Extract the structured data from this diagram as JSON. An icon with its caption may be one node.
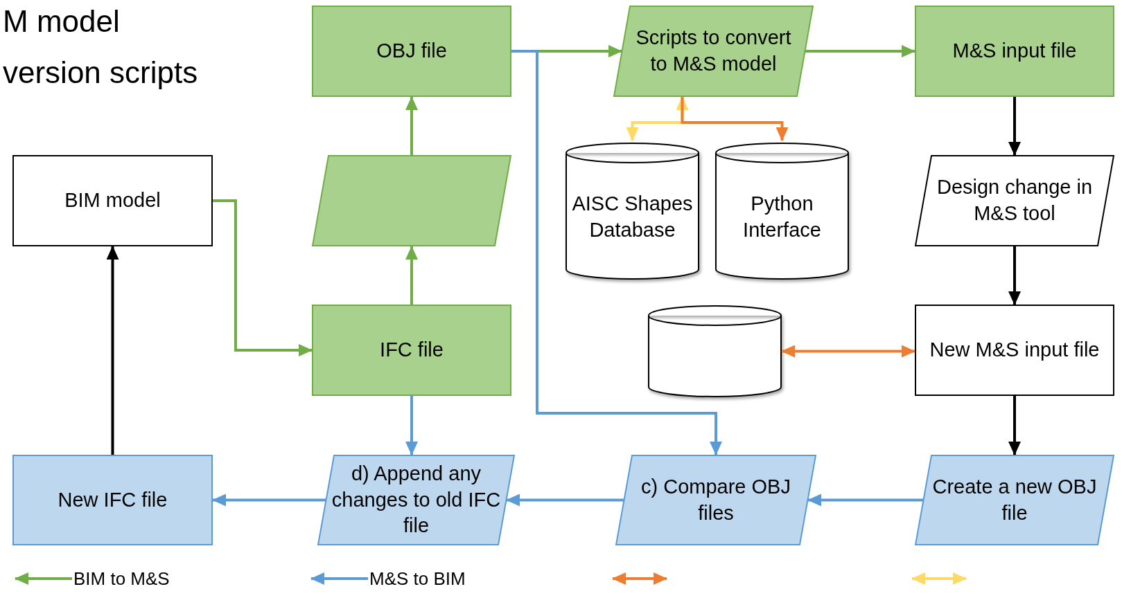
{
  "diagram": {
    "nodes": [
      {
        "text": [
          "OBJ file"
        ]
      },
      {
        "text": [
          "Scripts to convert to M&S model"
        ]
      },
      {
        "text": [
          "M&S input file"
        ]
      },
      {
        "text": [
          "BIM model"
        ]
      },
      {
        "text": [],
        "shape": "parallelogram"
      },
      {
        "text": [
          "AISC Shapes Database"
        ]
      },
      {
        "text": [
          "Python Interface"
        ]
      },
      {
        "text": [
          "Design change in M&S tool"
        ]
      },
      {
        "text": [],
        "shape": "cylinder"
      },
      {
        "text": [
          "IFC file"
        ]
      },
      {
        "text": [
          "New M&S input file"
        ]
      },
      {
        "text": [
          "New IFC file"
        ]
      },
      {
        "text": [
          "d) Append any changes to old IFC file"
        ]
      },
      {
        "text": [
          "c) Compare OBJ files"
        ]
      },
      {
        "text": [
          "Create a new OBJ file"
        ]
      }
    ],
    "edges": [
      {
        "from": 3,
        "to": 9,
        "arrow": "to",
        "color": "#70ad47"
      },
      {
        "from": 9,
        "to": 4,
        "arrow": "to",
        "color": "#70ad47"
      },
      {
        "from": 4,
        "to": 0,
        "arrow": "to",
        "color": "#70ad47"
      },
      {
        "from": 0,
        "to": 1,
        "arrow": "to",
        "color": "#70ad47"
      },
      {
        "from": 1,
        "to": 2,
        "arrow": "to",
        "color": "#70ad47"
      },
      {
        "from": 0,
        "to": 13,
        "arrow": "to",
        "color": "#5b9bd5"
      },
      {
        "from": 1,
        "to": 5,
        "arrow": "both",
        "color": "#ffd966"
      },
      {
        "from": 1,
        "to": 6,
        "arrow": "to",
        "color": "#ed7d31"
      },
      {
        "from": 2,
        "to": 7,
        "arrow": "to",
        "color": "#000000"
      },
      {
        "from": 7,
        "to": 10,
        "arrow": "to",
        "color": "#000000"
      },
      {
        "from": 8,
        "to": 10,
        "arrow": "both",
        "color": "#ed7d31"
      },
      {
        "from": 10,
        "to": 14,
        "arrow": "to",
        "color": "#000000"
      },
      {
        "from": 14,
        "to": 13,
        "arrow": "to",
        "color": "#5b9bd5"
      },
      {
        "from": 13,
        "to": 12,
        "arrow": "to",
        "color": "#5b9bd5"
      },
      {
        "from": 9,
        "to": 12,
        "arrow": "to",
        "color": "#5b9bd5"
      },
      {
        "from": 12,
        "to": 11,
        "arrow": "to",
        "color": "#5b9bd5"
      },
      {
        "from": 11,
        "to": 3,
        "arrow": "to",
        "color": "#000000"
      }
    ],
    "labels": [
      "M model",
      "version scripts"
    ],
    "legend": [
      {
        "text": "BIM to M&S"
      },
      {
        "text": "M&S to BIM"
      }
    ]
  }
}
